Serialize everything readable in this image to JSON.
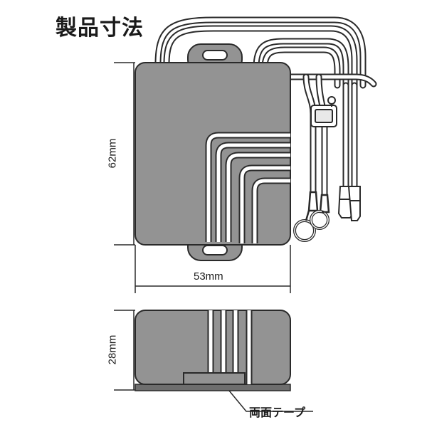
{
  "title": "製品寸法",
  "dimensions": {
    "height": "62mm",
    "width": "53mm",
    "depth": "28mm"
  },
  "callouts": {
    "tape": "両面テープ"
  },
  "colors": {
    "body": "#939393",
    "outline": "#2a2a2a",
    "wire": "#ffffff",
    "background": "#ffffff"
  }
}
